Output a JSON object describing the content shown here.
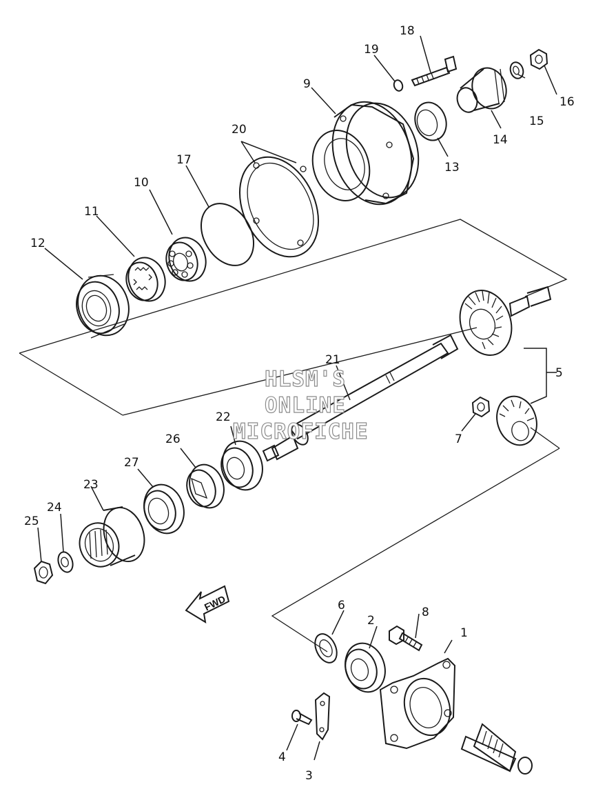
{
  "watermark": {
    "line1": "HLSM'S",
    "line2": "ONLINE",
    "line3": "MICROFICHE",
    "color": "#8a8a8a"
  },
  "direction_arrow": {
    "label": "FWD"
  },
  "callouts": {
    "c1": "1",
    "c2": "2",
    "c3": "3",
    "c4": "4",
    "c5": "5",
    "c6": "6",
    "c7": "7",
    "c8": "8",
    "c9": "9",
    "c10": "10",
    "c11": "11",
    "c12": "12",
    "c13": "13",
    "c14": "14",
    "c15": "15",
    "c16": "16",
    "c17": "17",
    "c18": "18",
    "c19": "19",
    "c20": "20",
    "c21": "21",
    "c22": "22",
    "c23": "23",
    "c24": "24",
    "c25": "25",
    "c26": "26",
    "c27": "27"
  },
  "colors": {
    "line": "#1a1a1a",
    "background": "#ffffff"
  }
}
